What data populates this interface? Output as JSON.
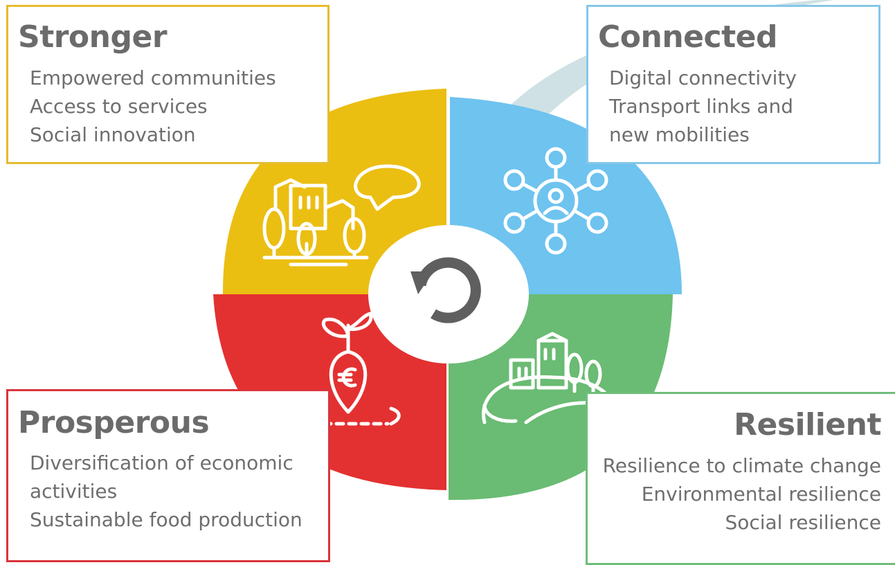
{
  "quadrants": {
    "stronger": {
      "title": "Stronger",
      "items": [
        "Empowered communities",
        "Access to services",
        "Social innovation"
      ],
      "color": "#ebbe12",
      "icon": "village-speech-bubble-icon"
    },
    "connected": {
      "title": "Connected",
      "items": [
        "Digital connectivity",
        "Transport links and",
        "new mobilities"
      ],
      "color": "#6ec3ef",
      "icon": "network-hub-person-icon"
    },
    "prosperous": {
      "title": "Prosperous",
      "items": [
        "Diversification of economic",
        "activities",
        "Sustainable food production"
      ],
      "color": "#e33131",
      "icon": "euro-sprout-pin-icon"
    },
    "resilient": {
      "title": "Resilient",
      "items": [
        "Resilience to climate change",
        "Environmental resilience",
        "Social resilience"
      ],
      "color": "#6abb73",
      "icon": "town-on-hill-icon"
    }
  },
  "center": {
    "icon": "cycle-arrow-icon",
    "color": "#5f5f5f"
  }
}
